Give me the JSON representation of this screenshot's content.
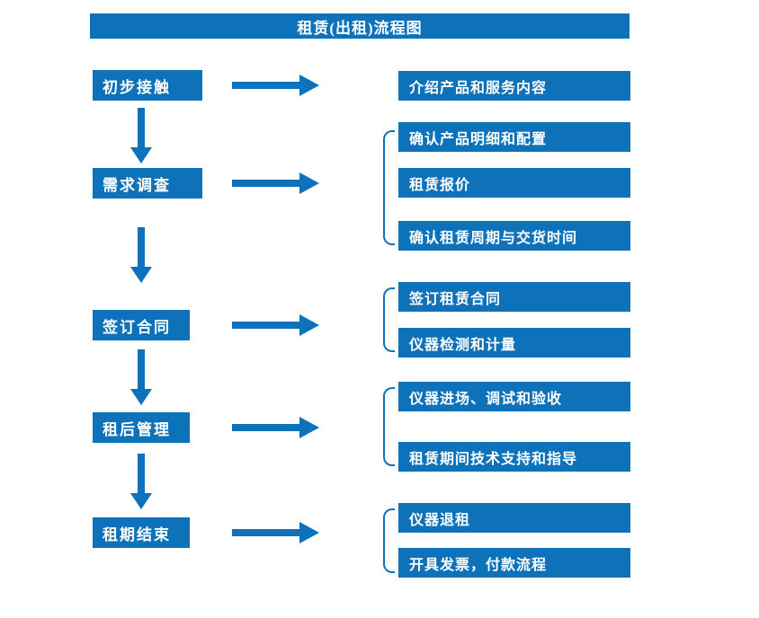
{
  "title": "租赁(出租)流程图",
  "colors": {
    "accent": "#0e72ba",
    "box_text": "#ffffff",
    "background": "#ffffff"
  },
  "flow": {
    "steps": [
      {
        "label": "初步接触",
        "outputs": [
          "介绍产品和服务内容"
        ]
      },
      {
        "label": "需求调查",
        "outputs": [
          "确认产品明细和配置",
          "租赁报价",
          "确认租赁周期与交货时间"
        ]
      },
      {
        "label": "签订合同",
        "outputs": [
          "签订租赁合同",
          "仪器检测和计量"
        ]
      },
      {
        "label": "租后管理",
        "outputs": [
          "仪器进场、调试和验收",
          "租赁期间技术支持和指导"
        ]
      },
      {
        "label": "租期结束",
        "outputs": [
          "仪器退租",
          "开具发票，付款流程"
        ]
      }
    ]
  }
}
